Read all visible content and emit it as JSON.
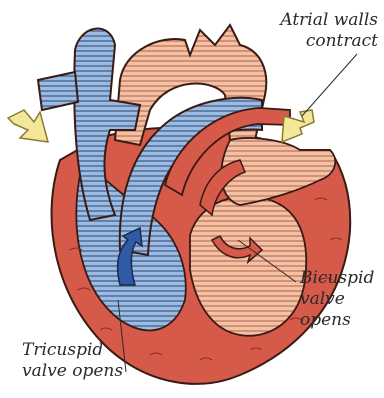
{
  "labels": {
    "atrial": {
      "line1": "Atrial walls",
      "line2": "contract"
    },
    "bicuspid": {
      "line1": "Bicuspid",
      "line2": "valve",
      "line3": "opens"
    },
    "tricuspid": {
      "line1": "Tricuspid",
      "line2": "valve opens"
    }
  },
  "colors": {
    "muscle_red": "#d65a4a",
    "muscle_dark": "#8a2a22",
    "deoxygenated_blue": "#8fb0d8",
    "blue_dark": "#3a5a8a",
    "oxygenated_pink": "#f0b89a",
    "arrow_yellow": "#f3e89a",
    "outline": "#3a1a14"
  },
  "icons": [
    "left-contraction-arrow-icon",
    "right-contraction-arrow-icon",
    "tricuspid-flow-arrow-icon",
    "bicuspid-flow-arrow-icon"
  ]
}
